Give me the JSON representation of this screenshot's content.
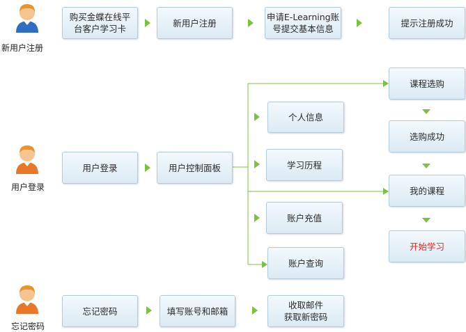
{
  "roles": {
    "new_user": "新用户注册",
    "login": "用户登录",
    "forgot": "忘记密码"
  },
  "register": {
    "buy_card": [
      "购买金蝶在线平",
      "台客户学习卡"
    ],
    "register": "新用户注册",
    "apply": [
      "申请E-Learning账",
      "号提交基本信息"
    ],
    "success": "提示注册成功"
  },
  "login": {
    "login": "用户登录",
    "panel": "用户控制面板",
    "personal_info": "个人信息",
    "history": "学习历程",
    "recharge": "账户充值",
    "query": "账户查询"
  },
  "courses": {
    "select": "课程选购",
    "select_success": "选购成功",
    "my_courses": "我的课程",
    "start": "开始学习"
  },
  "forgot": {
    "forgot": "忘记密码",
    "fill": "填写账号和邮箱",
    "receive": [
      "收取邮件",
      "获取新密码"
    ]
  },
  "colors": {
    "arrow": "#7bc142",
    "box_border": "#b5cad8",
    "start_text": "#e0261c"
  }
}
